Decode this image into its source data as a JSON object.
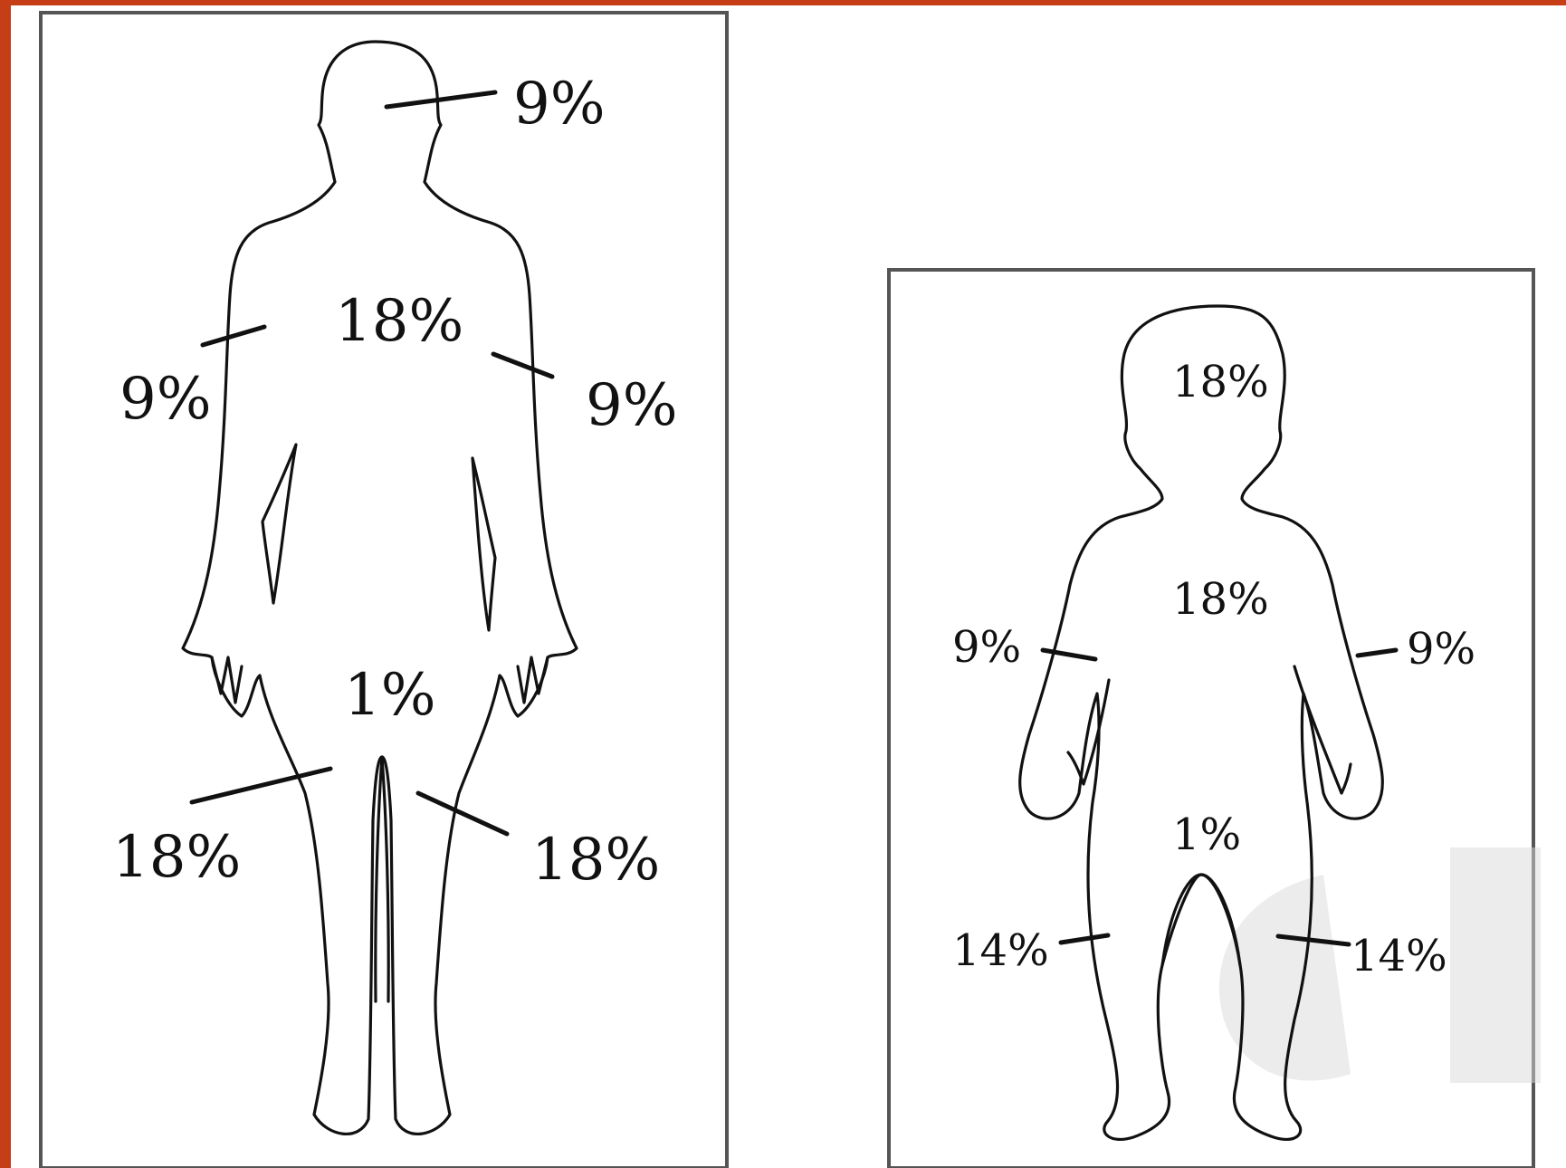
{
  "adult": {
    "labels": {
      "head": "9%",
      "trunk": "18%",
      "left_arm": "9%",
      "right_arm": "9%",
      "genitals": "1%",
      "left_leg": "18%",
      "right_leg": "18%"
    }
  },
  "child": {
    "labels": {
      "head": "18%",
      "trunk": "18%",
      "left_arm": "9%",
      "right_arm": "9%",
      "genitals": "1%",
      "left_leg": "14%",
      "right_leg": "14%"
    }
  },
  "colors": {
    "slide_background": "#c53e15",
    "figure_background": "#ffffff",
    "outline": "#111111"
  }
}
